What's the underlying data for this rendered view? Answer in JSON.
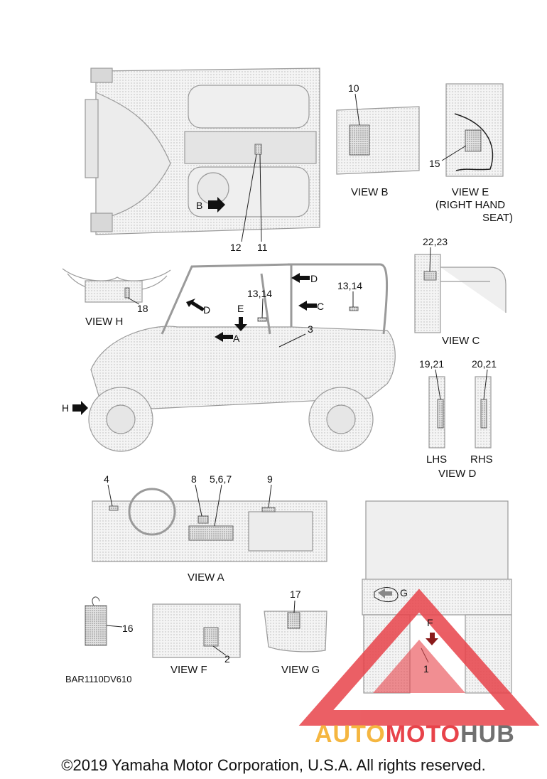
{
  "callouts": {
    "n10": "10",
    "n15": "15",
    "n12": "12",
    "n11": "11",
    "b_arrow": "B",
    "n22_23": "22,23",
    "n13_14a": "13,14",
    "n13_14b": "13,14",
    "n18": "18",
    "d_arrow1": "D",
    "d_arrow2": "D",
    "e_arrow": "E",
    "c_arrow": "C",
    "a_arrow": "A",
    "n3": "3",
    "h_arrow": "H",
    "n19_21": "19,21",
    "n20_21": "20,21",
    "n4": "4",
    "n8": "8",
    "n5_6_7": "5,6,7",
    "n9": "9",
    "n17": "17",
    "n16": "16",
    "n2": "2",
    "g_arrow": "G",
    "f_arrow": "F",
    "n1": "1"
  },
  "views": {
    "view_b": "VIEW B",
    "view_e_line1": "VIEW E",
    "view_e_line2": "(RIGHT HAND",
    "view_e_line3": "SEAT)",
    "view_h": "VIEW H",
    "view_c": "VIEW C",
    "lhs": "LHS",
    "rhs": "RHS",
    "view_d": "VIEW D",
    "view_a": "VIEW A",
    "view_f": "VIEW F",
    "view_g": "VIEW G"
  },
  "diagram_code": "BAR1110DV610",
  "watermark": {
    "part1": "AUTO",
    "part2": "MOTO",
    "part3": "HUB"
  },
  "footer": "©2019 Yamaha Motor Corporation, U.S.A. All rights reserved.",
  "colors": {
    "line": "#9a9a9a",
    "label_fill": "#cfcfcf",
    "watermark_orange": "#f5b640",
    "watermark_red": "#e8434a",
    "watermark_gray": "#707070"
  }
}
